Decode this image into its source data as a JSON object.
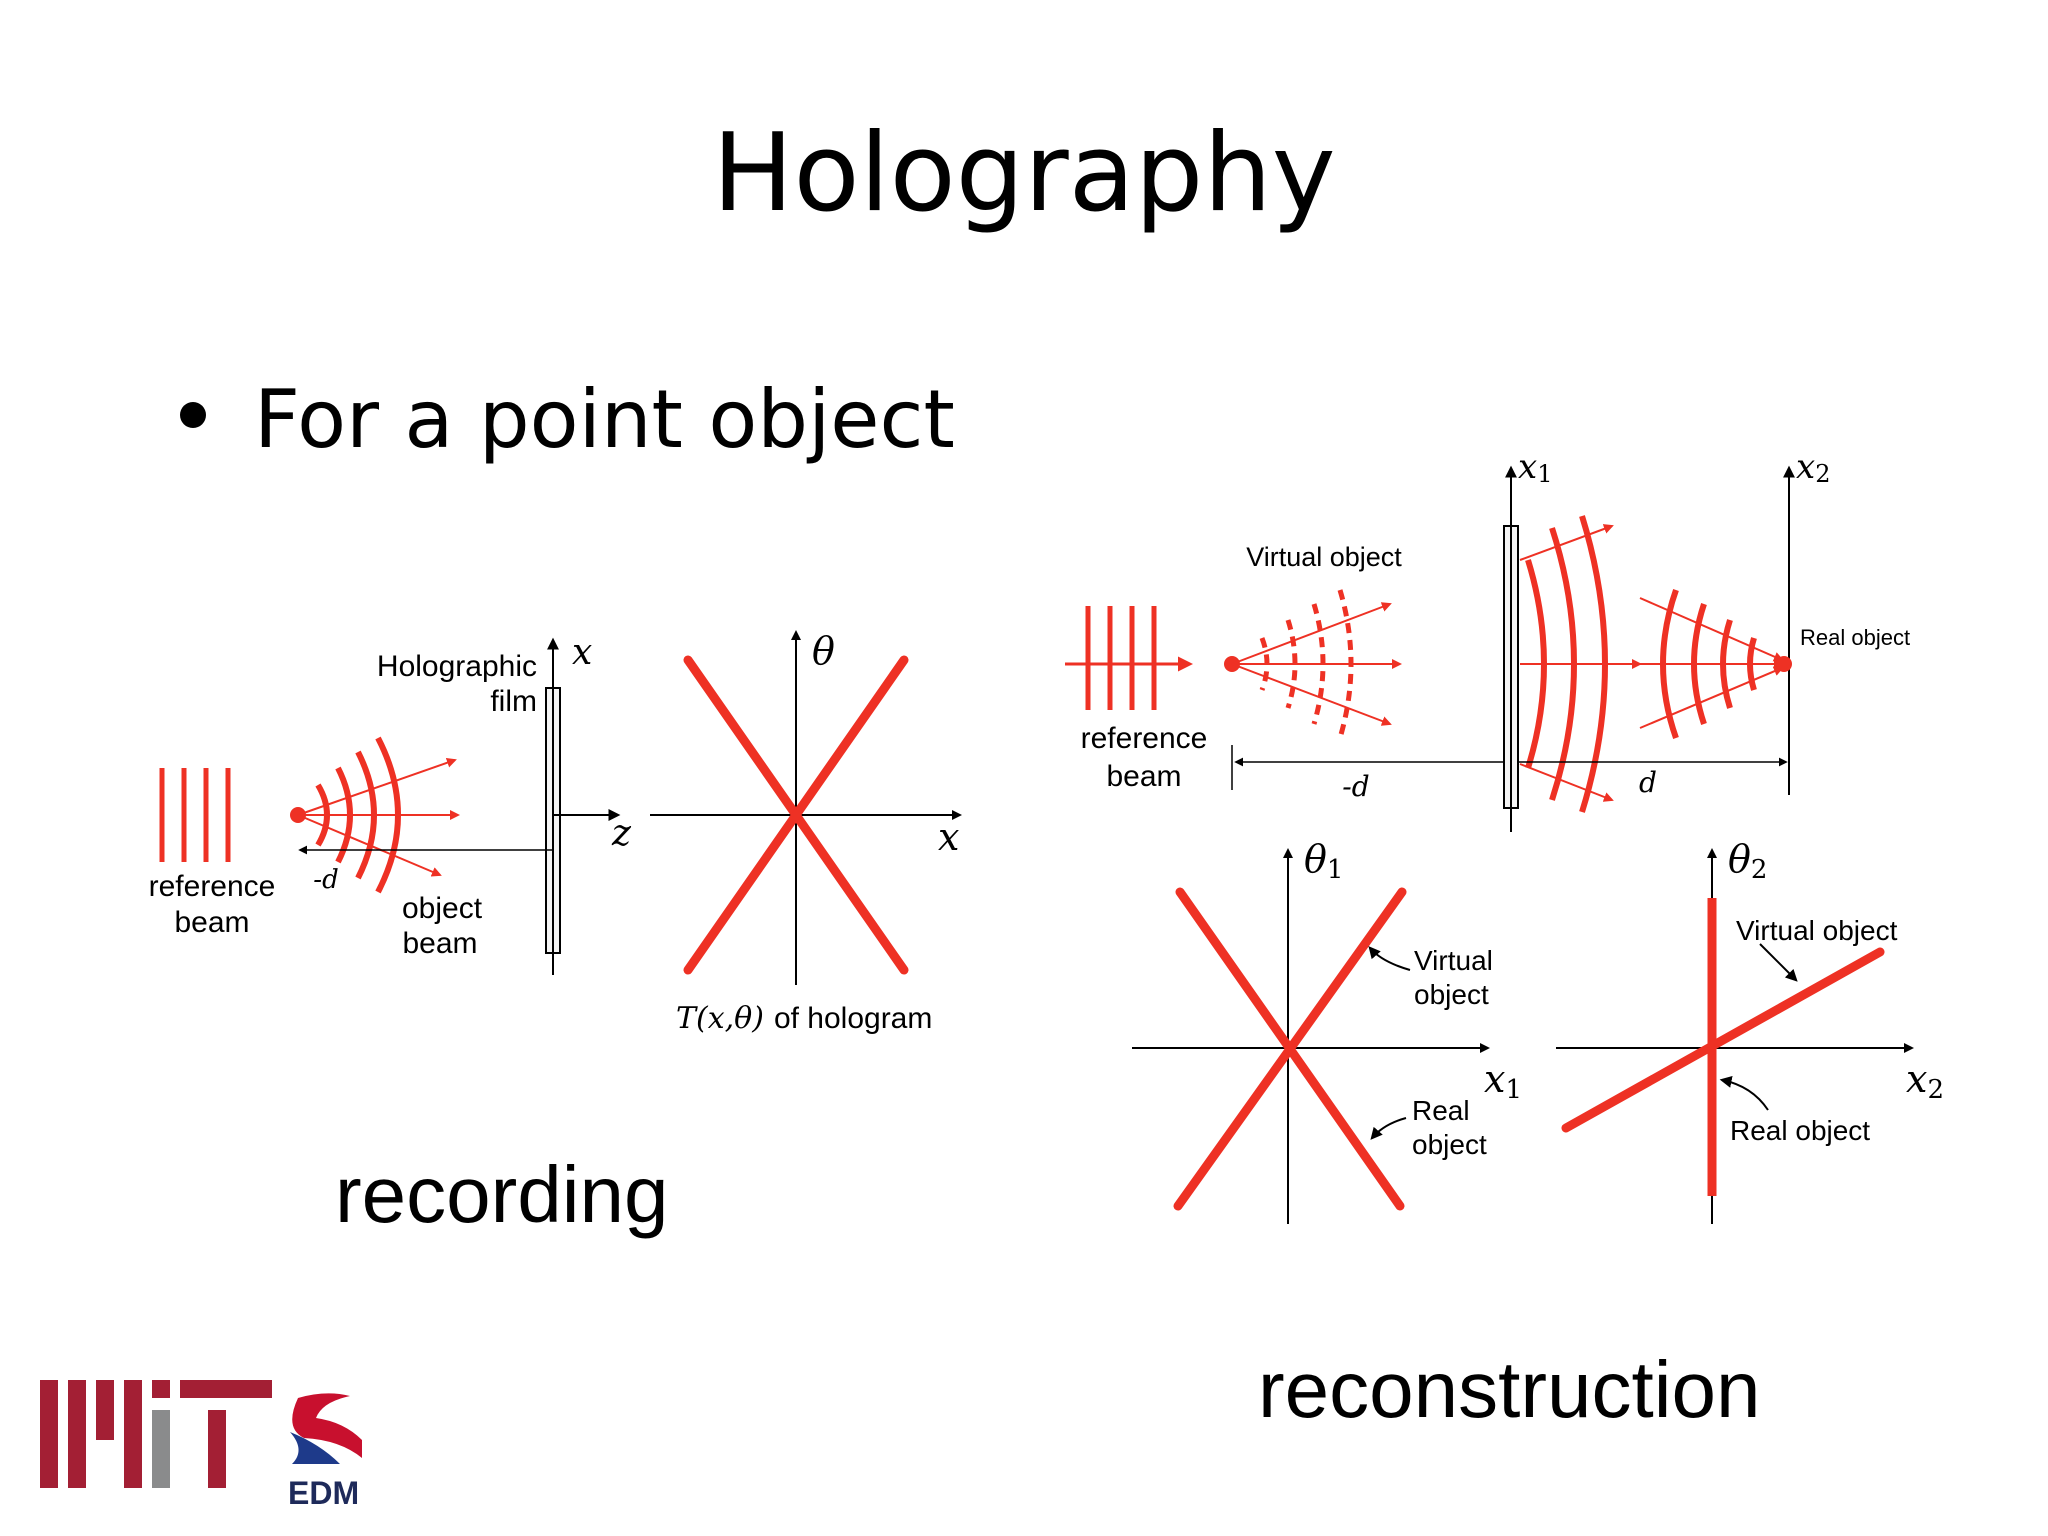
{
  "title": "Holography",
  "bullet": "For a point object",
  "captions": {
    "recording": "recording",
    "reconstruction": "reconstruction"
  },
  "colors": {
    "beam": "#ee3124",
    "axis": "#000000",
    "logo_red": "#a31f34",
    "logo_gray": "#8a8b8c"
  },
  "recording": {
    "reference_beam": [
      "reference",
      "beam"
    ],
    "object_beam": [
      "object",
      "beam"
    ],
    "film": [
      "Holographic",
      "film"
    ],
    "minus_d": "-d",
    "x_axis_film": "x",
    "z_axis": "z",
    "theta_axis": "θ",
    "x_axis_plot": "x",
    "plot_caption": [
      "T(x,θ)",
      "of hologram"
    ]
  },
  "reconstruction": {
    "reference_beam": [
      "reference",
      "beam"
    ],
    "virtual_object": "Virtual object",
    "real_object": "Real object",
    "minus_d": "-d",
    "d": "d",
    "x1": "x",
    "x1_sub": "1",
    "x2": "x",
    "x2_sub": "2",
    "plot1": {
      "theta": "θ",
      "theta_sub": "1",
      "x": "x",
      "x_sub": "1",
      "virtual": [
        "Virtual",
        "object"
      ],
      "real": [
        "Real",
        "object"
      ]
    },
    "plot2": {
      "theta": "θ",
      "theta_sub": "2",
      "x": "x",
      "x_sub": "2",
      "virtual": "Virtual object",
      "real": "Real object"
    }
  },
  "logo": {
    "name": "MIT",
    "sub": "EDM"
  }
}
